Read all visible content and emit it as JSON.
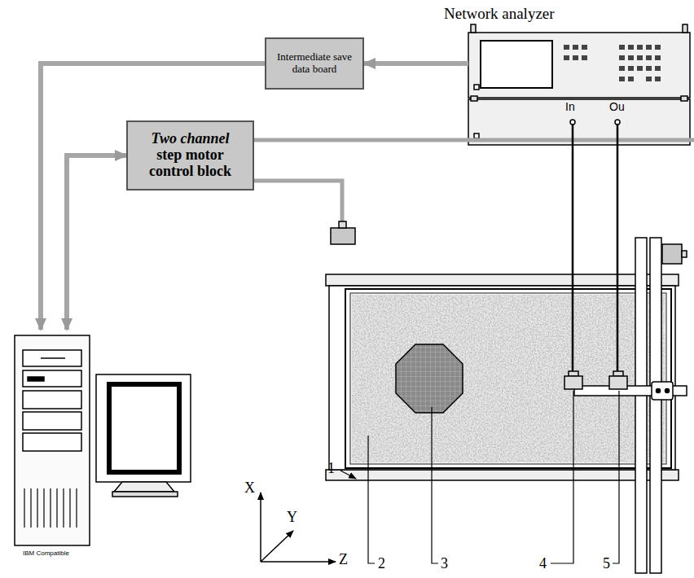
{
  "diagram": {
    "nodes": [
      {
        "text": [
          "Network analyzer"
        ]
      },
      {
        "text": [
          "Intermediate save data board"
        ]
      },
      {
        "text": [
          "Two channel",
          "step motor control block"
        ]
      },
      {
        "text": [
          "IBM Compatible"
        ]
      }
    ],
    "edges": [
      {
        "from": 0,
        "to": 1,
        "arrow": "to"
      },
      {
        "from": 1,
        "to": 3,
        "arrow": "to"
      },
      {
        "from": 2,
        "to": 3,
        "arrow": "both"
      }
    ],
    "labels": [
      "In",
      "Ou",
      "1",
      "2",
      "3",
      "4",
      "5",
      "X",
      "Y",
      "Z"
    ]
  }
}
